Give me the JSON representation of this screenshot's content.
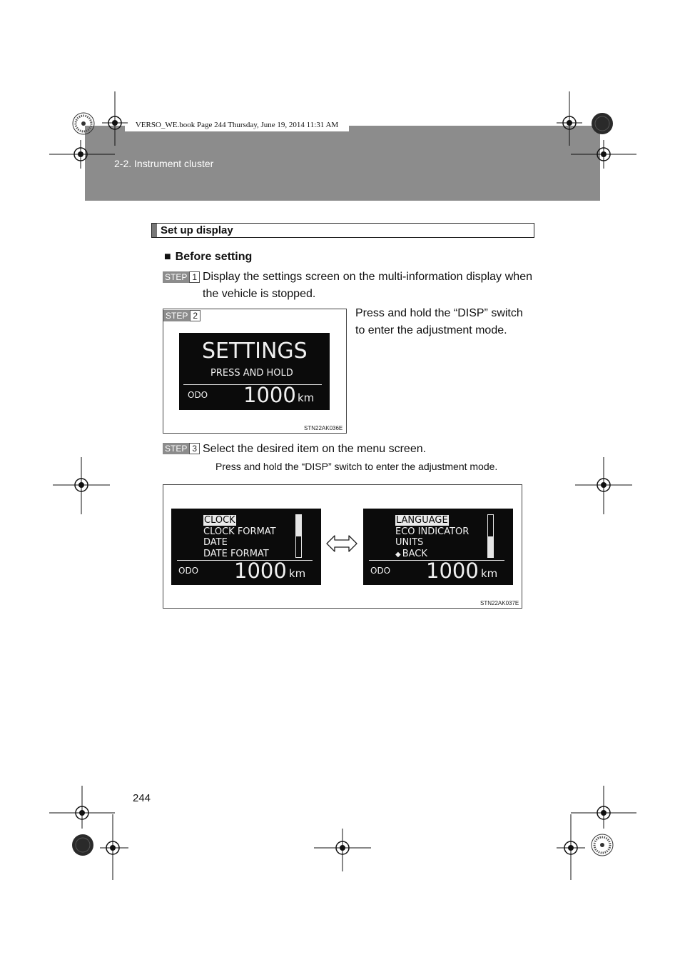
{
  "header": {
    "section": "2-2. Instrument cluster",
    "book_stamp": "VERSO_WE.book  Page 244  Thursday, June 19, 2014  11:31 AM"
  },
  "section_title": "Set up display",
  "subheading": {
    "bullet": "■",
    "text": "Before setting"
  },
  "steps": [
    {
      "word": "STEP",
      "number": "1",
      "text": "Display the settings screen on the multi-information display when the vehicle is stopped."
    },
    {
      "word": "STEP",
      "number": "2",
      "text": "Press and hold the “DISP” switch to enter the adjustment mode."
    },
    {
      "word": "STEP",
      "number": "3",
      "text": "Select the desired item on the menu screen."
    }
  ],
  "note": "Press and hold the “DISP” switch to enter the adjustment mode.",
  "figure1": {
    "id": "STN22AK036E",
    "screen": {
      "title": "SETTINGS",
      "subtitle": "PRESS AND HOLD",
      "odo_label": "ODO",
      "odo_value": "1000",
      "unit": "km"
    }
  },
  "figure2": {
    "id": "STN22AK037E",
    "arrow_icon": "double-arrow-icon",
    "left_screen": {
      "items": [
        "CLOCK",
        "CLOCK FORMAT",
        "DATE",
        "DATE FORMAT"
      ],
      "selected": "CLOCK",
      "odo_label": "ODO",
      "odo_value": "1000",
      "unit": "km",
      "scroll_level": 0.5
    },
    "right_screen": {
      "items": [
        "LANGUAGE",
        "ECO INDICATOR",
        "UNITS",
        "BACK"
      ],
      "back_icon": "arrow-left-icon",
      "selected": "LANGUAGE",
      "odo_label": "ODO",
      "odo_value": "1000",
      "unit": "km",
      "scroll_level": 0.5
    }
  },
  "page_number": "244"
}
